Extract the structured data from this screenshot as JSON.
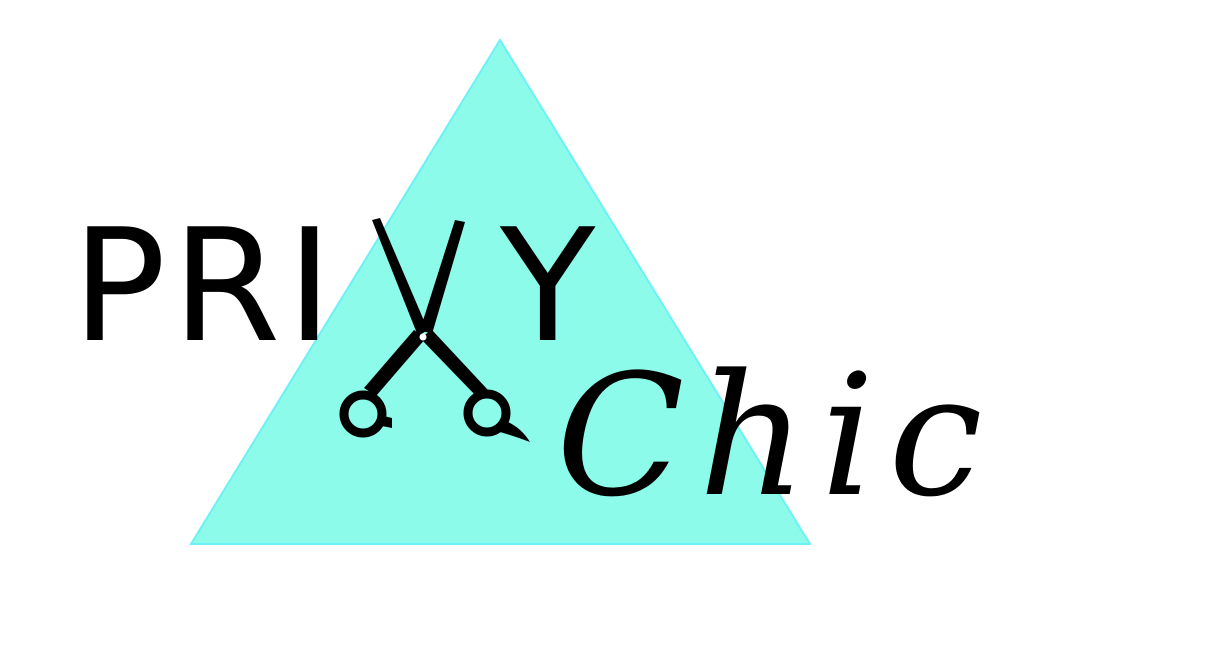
{
  "logo": {
    "privy_prefix": "PRI",
    "privy_suffix": "Y",
    "chic": "Chic"
  },
  "colors": {
    "triangle_fill": "#8cfbe9",
    "triangle_stroke": "#6cf1f4",
    "ink": "#000000",
    "background": "#ffffff"
  },
  "icons": {
    "scissors": "scissors-icon"
  }
}
